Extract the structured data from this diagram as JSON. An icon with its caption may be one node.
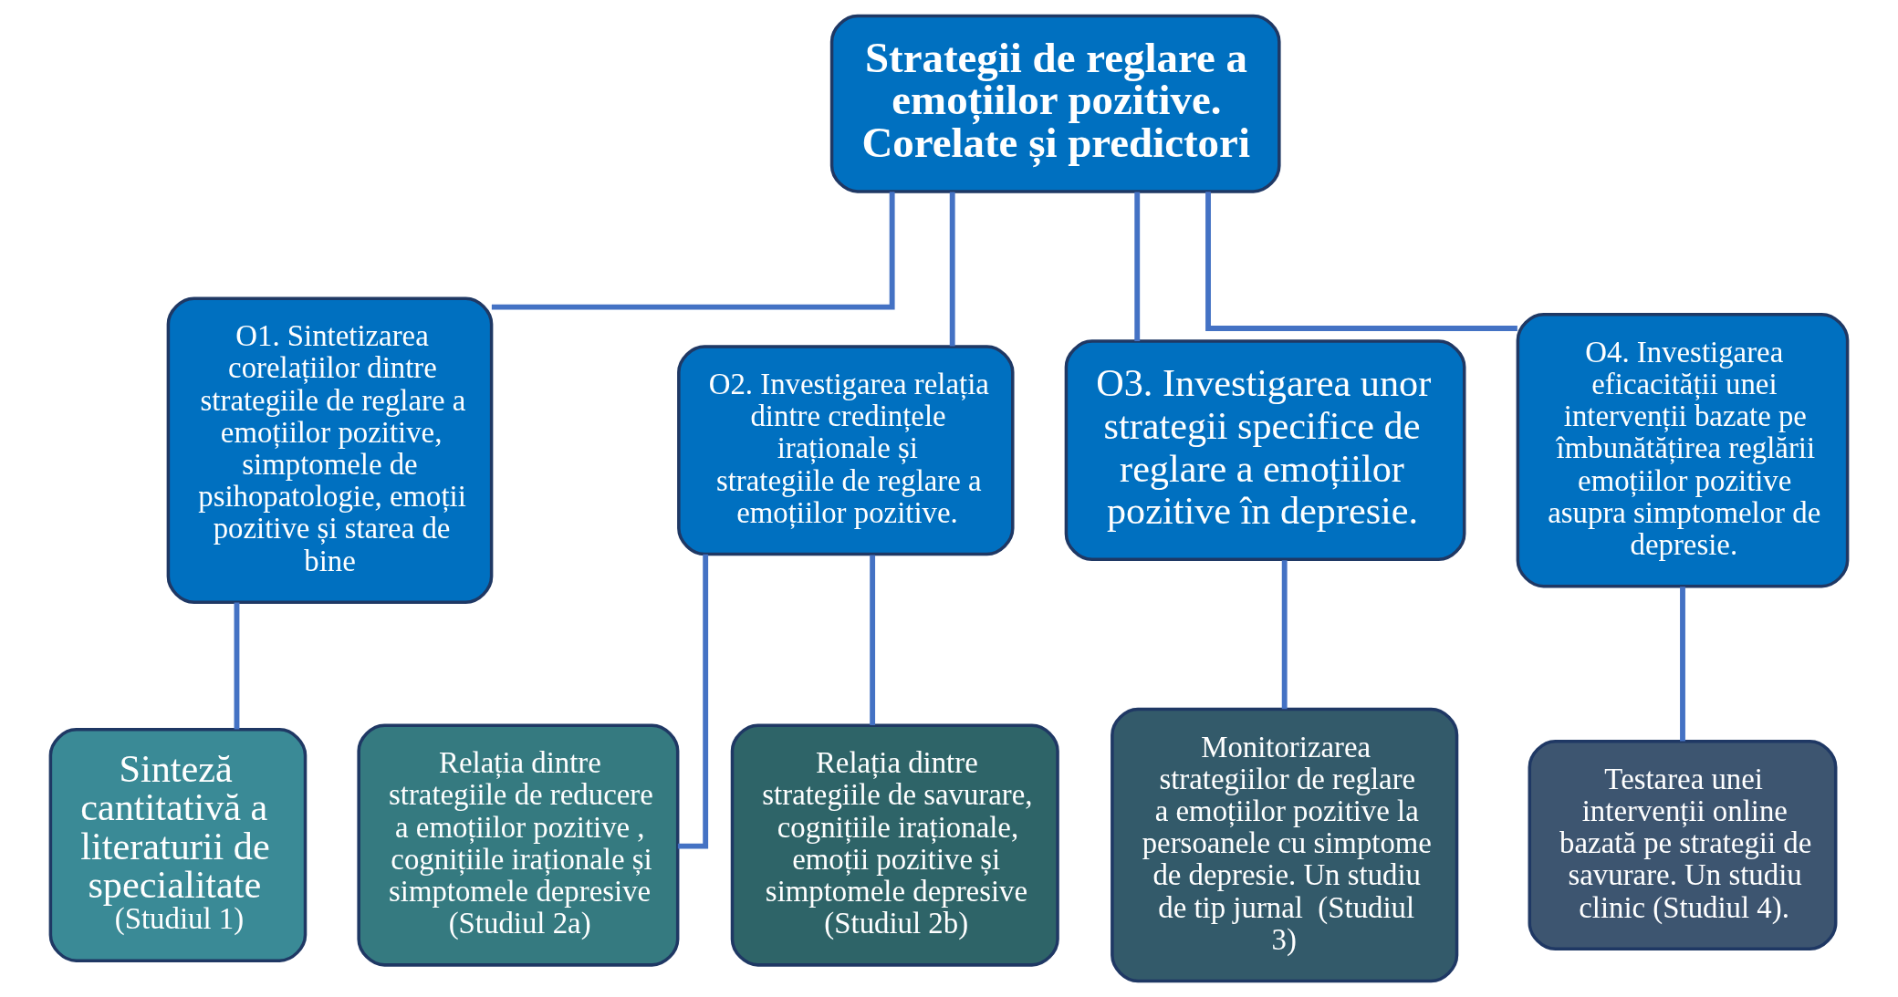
{
  "diagram": {
    "nodes": [
      {
        "text": [
          "Strategii de reglare a emoțiilor pozitive. Corelate și predictori"
        ]
      },
      {
        "text": [
          "O1. Sintetizarea corelațiilor dintre strategiile de reglare a emoțiilor pozitive, simptomele de psihopatologie, emoții pozitive și starea de bine"
        ]
      },
      {
        "text": [
          "O2. Investigarea relația dintre credințele iraționale și strategiile de reglare a emoțiilor pozitive."
        ]
      },
      {
        "text": [
          "O3. Investigarea unor strategii specifice de reglare a emoțiilor pozitive în depresie."
        ]
      },
      {
        "text": [
          "O4. Investigarea eficacității unei intervenții bazate pe îmbunătățirea reglării emoțiilor pozitive asupra simptomelor de depresie."
        ]
      },
      {
        "text": [
          "Sinteză cantitativă a literaturii de specialitate",
          "(Studiul 1)"
        ]
      },
      {
        "text": [
          "Relația dintre strategiile de reducere a emoțiilor pozitive , cognițiile iraționale și simptomele depresive (Studiul 2a)"
        ]
      },
      {
        "text": [
          "Relația dintre strategiile de savurare, cognițiile iraționale, emoții pozitive și simptomele depresive (Studiul 2b)"
        ]
      },
      {
        "text": [
          "Monitorizarea strategiilor de reglare a emoțiilor pozitive la persoanele cu simptome de depresie. Un studiu de tip jurnal  (Studiul 3)"
        ]
      },
      {
        "text": [
          "Testarea unei intervenții online bazată pe strategii de savurare. Un studiu clinic (Studiul 4)."
        ]
      }
    ],
    "edges": [
      {
        "from": 0,
        "to": 1,
        "arrow": "none"
      },
      {
        "from": 0,
        "to": 2,
        "arrow": "none"
      },
      {
        "from": 0,
        "to": 3,
        "arrow": "none"
      },
      {
        "from": 0,
        "to": 4,
        "arrow": "none"
      },
      {
        "from": 1,
        "to": 5,
        "arrow": "none"
      },
      {
        "from": 2,
        "to": 6,
        "arrow": "none"
      },
      {
        "from": 2,
        "to": 7,
        "arrow": "none"
      },
      {
        "from": 3,
        "to": 8,
        "arrow": "none"
      },
      {
        "from": 4,
        "to": 9,
        "arrow": "none"
      }
    ]
  }
}
